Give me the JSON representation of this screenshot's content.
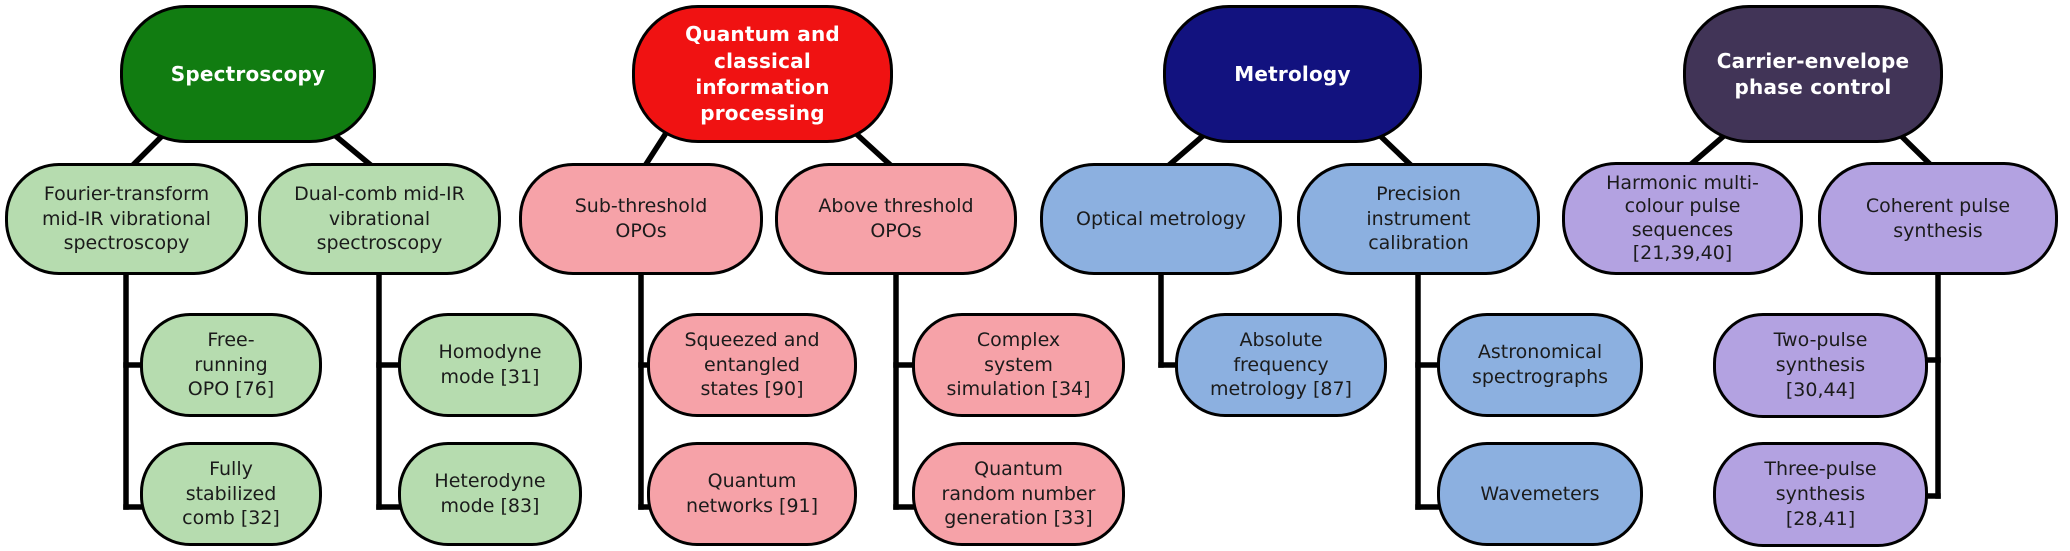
{
  "palette": {
    "background": "#ffffff",
    "outline": "#000000",
    "connector": "#000000"
  },
  "trees": [
    {
      "name": "Spectroscopy",
      "colors": {
        "root_fill": "#117c11",
        "root_text": "#ffffff",
        "child_fill": "#b6dcaf",
        "child_text": "#1b1b1b"
      },
      "root": {
        "label": "Spectroscopy"
      },
      "level2": [
        {
          "label": "Fourier-transform\nmid-IR vibrational\nspectroscopy"
        },
        {
          "label": "Dual-comb mid-IR\nvibrational\nspectroscopy"
        }
      ],
      "leaves": [
        {
          "label": "Free-\nrunning\nOPO [76]"
        },
        {
          "label": "Fully\nstabilized\ncomb [32]"
        },
        {
          "label": "Homodyne\nmode [31]"
        },
        {
          "label": "Heterodyne\nmode [83]"
        }
      ]
    },
    {
      "name": "Quantum and classical information processing",
      "colors": {
        "root_fill": "#f01212",
        "root_text": "#ffffff",
        "child_fill": "#f6a2a8",
        "child_text": "#1b1b1b"
      },
      "root": {
        "label": "Quantum and\nclassical\ninformation\nprocessing"
      },
      "level2": [
        {
          "label": "Sub-threshold\nOPOs"
        },
        {
          "label": "Above threshold\nOPOs"
        }
      ],
      "leaves": [
        {
          "label": "Squeezed and\nentangled\nstates [90]"
        },
        {
          "label": "Quantum\nnetworks [91]"
        },
        {
          "label": "Complex\nsystem\nsimulation [34]"
        },
        {
          "label": "Quantum\nrandom number\ngeneration [33]"
        }
      ]
    },
    {
      "name": "Metrology",
      "colors": {
        "root_fill": "#12127f",
        "root_text": "#ffffff",
        "child_fill": "#8cb0e0",
        "child_text": "#1b1b1b"
      },
      "root": {
        "label": "Metrology"
      },
      "level2": [
        {
          "label": "Optical metrology"
        },
        {
          "label": "Precision\ninstrument\ncalibration"
        }
      ],
      "leaves": [
        {
          "label": "Absolute\nfrequency\nmetrology [87]"
        },
        {
          "label": "Astronomical\nspectrographs"
        },
        {
          "label": "Wavemeters"
        }
      ]
    },
    {
      "name": "Carrier-envelope phase control",
      "colors": {
        "root_fill": "#413457",
        "root_text": "#ffffff",
        "child_fill": "#b3a2e1",
        "child_text": "#1b1b1b"
      },
      "root": {
        "label": "Carrier-envelope\nphase control"
      },
      "level2": [
        {
          "label": "Harmonic multi-\ncolour pulse\nsequences\n[21,39,40]"
        },
        {
          "label": "Coherent pulse\nsynthesis"
        }
      ],
      "leaves": [
        {
          "label": "Two-pulse\nsynthesis\n[30,44]"
        },
        {
          "label": "Three-pulse\nsynthesis\n[28,41]"
        }
      ]
    }
  ]
}
